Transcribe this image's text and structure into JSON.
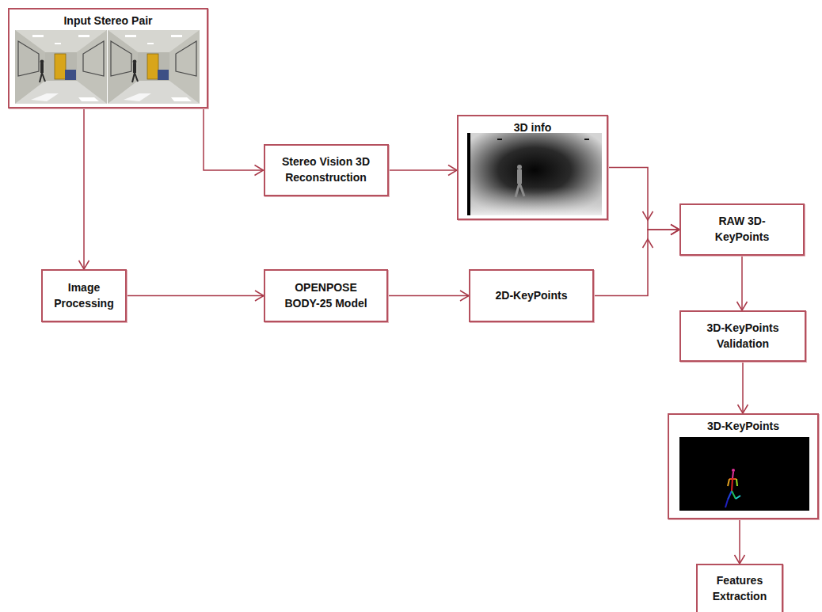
{
  "diagram": {
    "nodes": [
      {
        "text": [
          "Input Stereo Pair"
        ]
      },
      {
        "text": [
          "Stereo Vision 3D Reconstruction"
        ]
      },
      {
        "text": [
          "3D info"
        ]
      },
      {
        "text": [
          "Image Processing"
        ]
      },
      {
        "text": [
          "OPENPOSE BODY-25 Model"
        ]
      },
      {
        "text": [
          "2D-KeyPoints"
        ]
      },
      {
        "text": [
          "RAW 3D-KeyPoints"
        ]
      },
      {
        "text": [
          "3D-KeyPoints Validation"
        ]
      },
      {
        "text": [
          "3D-KeyPoints"
        ]
      },
      {
        "text": [
          "Features Extraction"
        ]
      }
    ],
    "edges": [
      {
        "from": 0,
        "to": 1,
        "arrow": "to"
      },
      {
        "from": 0,
        "to": 3,
        "arrow": "to"
      },
      {
        "from": 1,
        "to": 2,
        "arrow": "to"
      },
      {
        "from": 3,
        "to": 4,
        "arrow": "to"
      },
      {
        "from": 4,
        "to": 5,
        "arrow": "to"
      },
      {
        "from": 2,
        "to": 6,
        "arrow": "to"
      },
      {
        "from": 5,
        "to": 6,
        "arrow": "to"
      },
      {
        "from": 6,
        "to": 7,
        "arrow": "to"
      },
      {
        "from": 7,
        "to": 8,
        "arrow": "to"
      },
      {
        "from": 8,
        "to": 9,
        "arrow": "to"
      }
    ]
  }
}
